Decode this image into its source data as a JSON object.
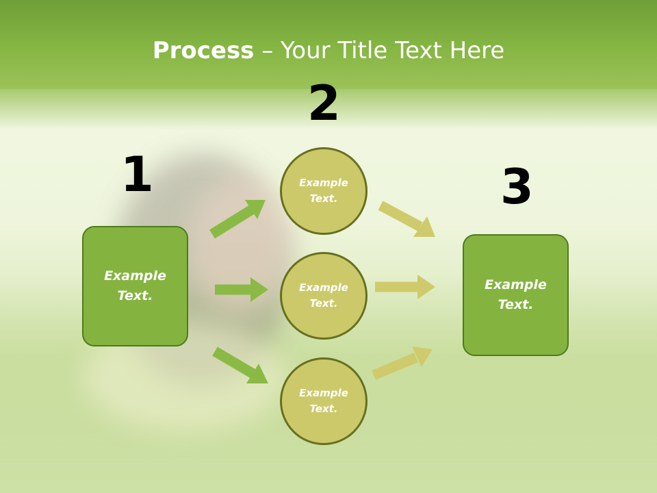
{
  "title": {
    "bold": "Process",
    "rest": " – Your Title Text Here"
  },
  "steps": {
    "one": "1",
    "two": "2",
    "three": "3"
  },
  "left_box": {
    "text": "Example\nText."
  },
  "circles": [
    {
      "text": "Example\nText."
    },
    {
      "text": "Example\nText."
    },
    {
      "text": "Example\nText."
    }
  ],
  "right_box": {
    "text": "Example\nText."
  },
  "colors": {
    "title_bar": "#86b643",
    "box_fill": "#84b43f",
    "circle_fill": "#ccc96a",
    "arrow_green": "#8aba45",
    "arrow_olive": "#cfcb6c"
  }
}
